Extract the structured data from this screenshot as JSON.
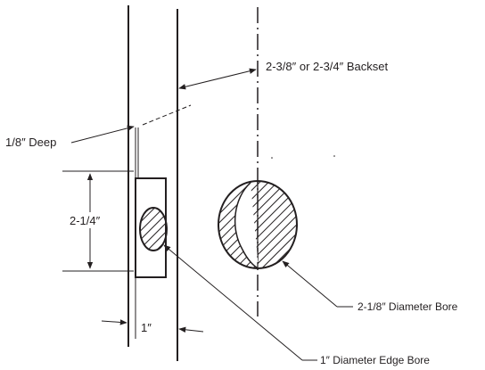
{
  "labels": {
    "backset": "2-3/8″ or  2-3/4″ Backset",
    "deep": "1/8″ Deep",
    "height": "2-1/4″",
    "width": "1″",
    "bore_large": "2-1/8″ Diameter Bore",
    "bore_edge": "1″ Diameter Edge Bore"
  },
  "colors": {
    "ink": "#231f20",
    "background": "#ffffff"
  }
}
